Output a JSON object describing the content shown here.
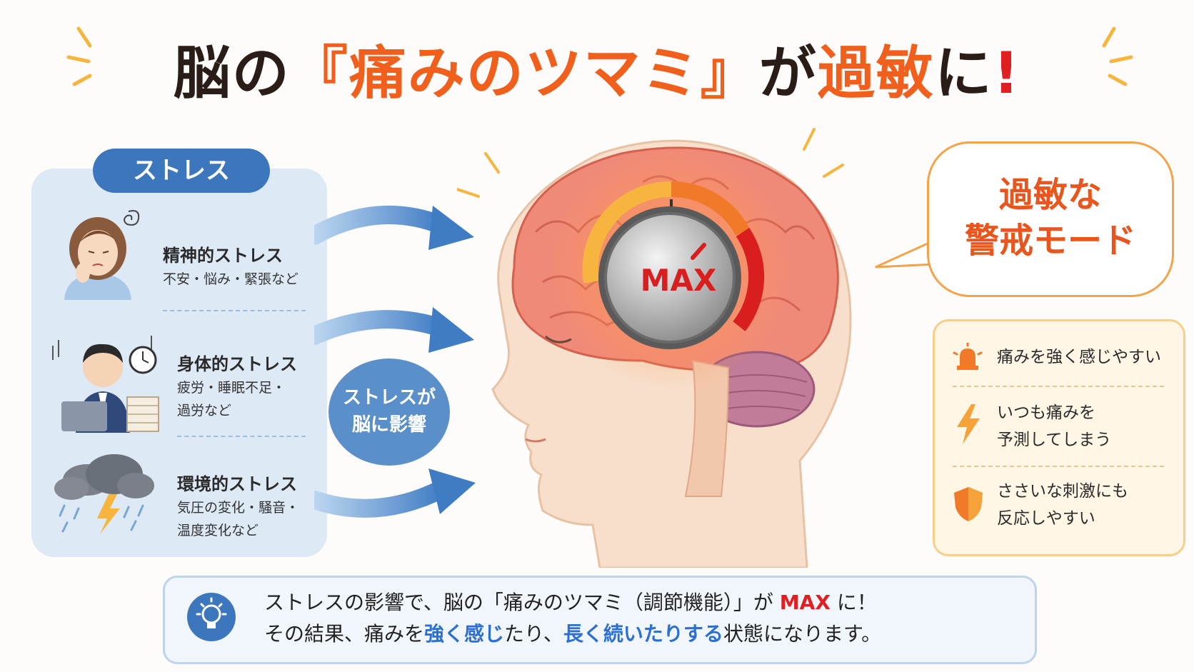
{
  "title": {
    "part1": "脳の",
    "part2": "『痛みのツマミ』",
    "part3": "が",
    "part4": "過敏",
    "part5": "に",
    "part6": "!"
  },
  "stress": {
    "label": "ストレス",
    "items": [
      {
        "title": "精神的ストレス",
        "desc1": "不安・悩み・緊張など",
        "desc2": ""
      },
      {
        "title": "身体的ストレス",
        "desc1": "疲労・睡眠不足・",
        "desc2": "過労など"
      },
      {
        "title": "環境的ストレス",
        "desc1": "気圧の変化・騒音・",
        "desc2": "温度変化など"
      }
    ]
  },
  "influence": {
    "line1": "ストレスが",
    "line2": "脳に影響"
  },
  "dial": {
    "label": "MAX"
  },
  "alert": {
    "line1": "過敏な",
    "line2": "警戒モード"
  },
  "effects": [
    {
      "icon": "alarm-bell-icon",
      "line1": "痛みを強く感じやすい",
      "line2": ""
    },
    {
      "icon": "lightning-icon",
      "line1": "いつも痛みを",
      "line2": "予測してしまう"
    },
    {
      "icon": "shield-icon",
      "line1": "ささいな刺激にも",
      "line2": "反応しやすい"
    }
  ],
  "bottom": {
    "l1a": "ストレスの影響で、脳の「痛みのツマミ（調節機能）」が",
    "l1b": "MAX",
    "l1c": "に！",
    "l2a": "その結果、痛みを",
    "l2b": "強く感じ",
    "l2c": "たり、",
    "l2d": "長く続いたりする",
    "l2e": "状態になります。"
  },
  "colors": {
    "accent_orange": "#f0601c",
    "accent_red": "#e02020",
    "accent_blue": "#3c77be"
  }
}
